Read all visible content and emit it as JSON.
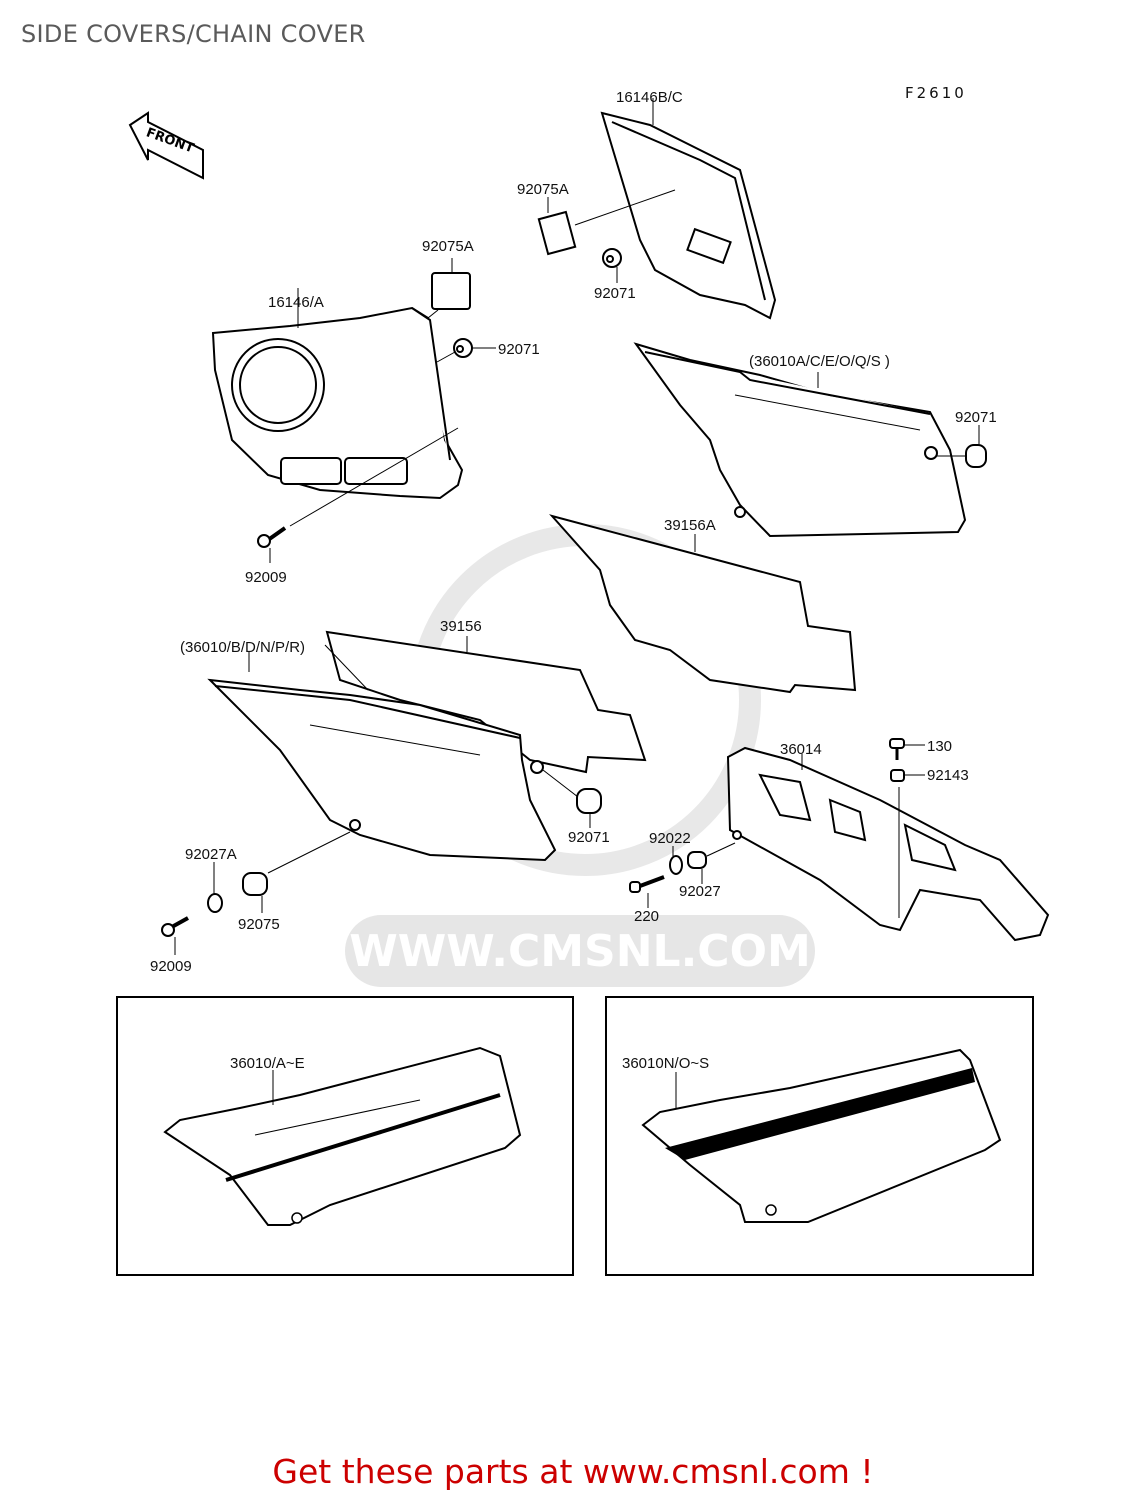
{
  "header": {
    "title": "SIDE COVERS/CHAIN COVER",
    "figure_code": "F2610"
  },
  "front_arrow": {
    "label": "FRONT",
    "icon": "front-arrow-icon"
  },
  "watermark": {
    "text": "WWW.CMSNL.COM",
    "logo": "CMS"
  },
  "callouts": [
    {
      "id": "16146B/C",
      "label": "16146B/C"
    },
    {
      "id": "92075A_top",
      "label": "92075A"
    },
    {
      "id": "92071_top",
      "label": "92071"
    },
    {
      "id": "92075A_left",
      "label": "92075A"
    },
    {
      "id": "16146/A",
      "label": "16146/A"
    },
    {
      "id": "92071_left",
      "label": "92071"
    },
    {
      "id": "92009_top",
      "label": "92009"
    },
    {
      "id": "36010A_group",
      "label": "(36010A/C/E/O/Q/S )"
    },
    {
      "id": "92071_right",
      "label": "92071"
    },
    {
      "id": "39156A",
      "label": "39156A"
    },
    {
      "id": "39156",
      "label": "39156"
    },
    {
      "id": "36010B_group",
      "label": "(36010/B/D/N/P/R)"
    },
    {
      "id": "92071_mid",
      "label": "92071"
    },
    {
      "id": "36014",
      "label": "36014"
    },
    {
      "id": "130",
      "label": "130"
    },
    {
      "id": "92143",
      "label": "92143"
    },
    {
      "id": "92022",
      "label": "92022"
    },
    {
      "id": "92027",
      "label": "92027"
    },
    {
      "id": "220",
      "label": "220"
    },
    {
      "id": "92027A",
      "label": "92027A"
    },
    {
      "id": "92075",
      "label": "92075"
    },
    {
      "id": "92009_bottom",
      "label": "92009"
    }
  ],
  "inset_boxes": [
    {
      "label": "36010/A~E",
      "stripe": "thin"
    },
    {
      "label": "36010N/O~S",
      "stripe": "thick"
    }
  ],
  "footer": {
    "text": "Get these parts at www.cmsnl.com !",
    "color": "#cc0000"
  }
}
